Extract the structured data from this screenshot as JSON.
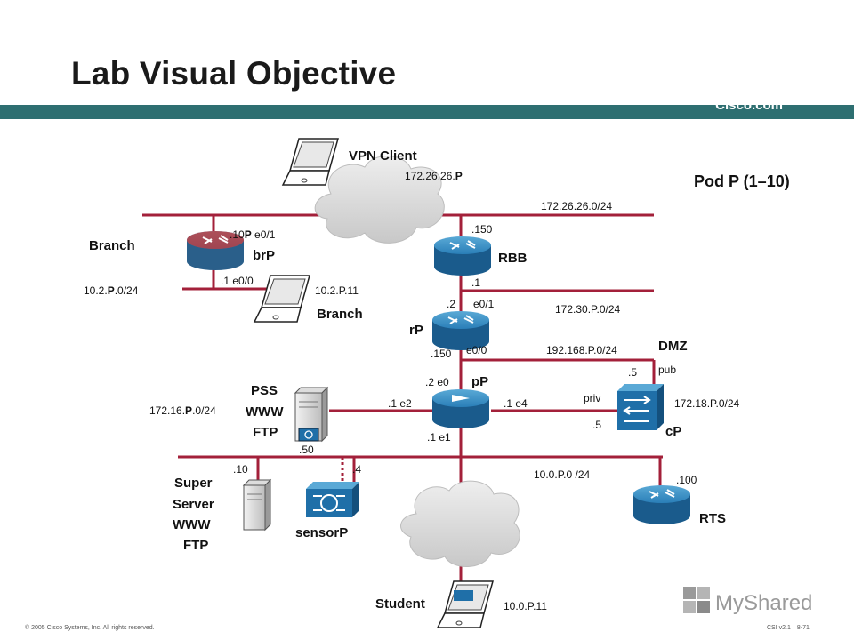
{
  "title": "Lab Visual Objective",
  "brand": "Cisco.com",
  "pod_label": "Pod P (1–10)",
  "devices": {
    "vpn_client": "VPN Client",
    "branch_router_area": "Branch",
    "branch_router": "brP",
    "branch_pc": "Branch",
    "rbb": "RBB",
    "rp": "rP",
    "pp": "pP",
    "cp": "cP",
    "dmz": "DMZ",
    "pss": [
      "PSS",
      "WWW",
      "FTP"
    ],
    "super_server": [
      "Super",
      "Server",
      "WWW",
      "FTP"
    ],
    "sensor": "sensorP",
    "rts": "RTS",
    "student": "Student"
  },
  "networks": {
    "vpn_ip_prefix": "172.26.26.",
    "vpn_ip_suffix": "P",
    "net_172_26": "172.26.26.0/24",
    "net_172_30": "172.30.P.0/24",
    "net_192_168": "192.168.P.0/24",
    "net_172_18": "172.18.P.0/24",
    "net_172_16_prefix": "172.16.",
    "net_172_16_p": "P",
    "net_172_16_suffix": ".0/24",
    "net_10_2_prefix": "10.2.",
    "net_10_2_p": "P",
    "net_10_2_suffix": ".0/24",
    "branch_pc_ip": "10.2.P.11",
    "net_10_0": "10.0.P.0 /24",
    "student_ip": "10.0.P.11"
  },
  "interfaces": {
    "brp_e01_a": ".10",
    "brp_e01_b": "P",
    "brp_e01_c": " e0/1",
    "brp_e00": ".1 e0/0",
    "rbb_150": ".150",
    "rbb_1": ".1",
    "rp_2": ".2",
    "rp_e01": "e0/1",
    "rp_150": ".150",
    "rp_e00": "e0/0",
    "pp_e0": ".2 e0",
    "pp_e2": ".1 e2",
    "pp_e4": ".1 e4",
    "pp_e1": ".1 e1",
    "cp_5_top": ".5",
    "cp_pub": "pub",
    "cp_priv": "priv",
    "cp_5_left": ".5",
    "pss_50": ".50",
    "super_10": ".10",
    "sensor_4": ".4",
    "rts_100": ".100"
  },
  "footer": {
    "copyright": "© 2005 Cisco Systems, Inc. All rights reserved.",
    "course": "CSI v2.1—8-71"
  },
  "watermark": "MyShared",
  "colors": {
    "band": "#2e6f71",
    "link": "#a3203a",
    "router": "#1f6fa8",
    "branch_router": "#2a8fc0"
  }
}
